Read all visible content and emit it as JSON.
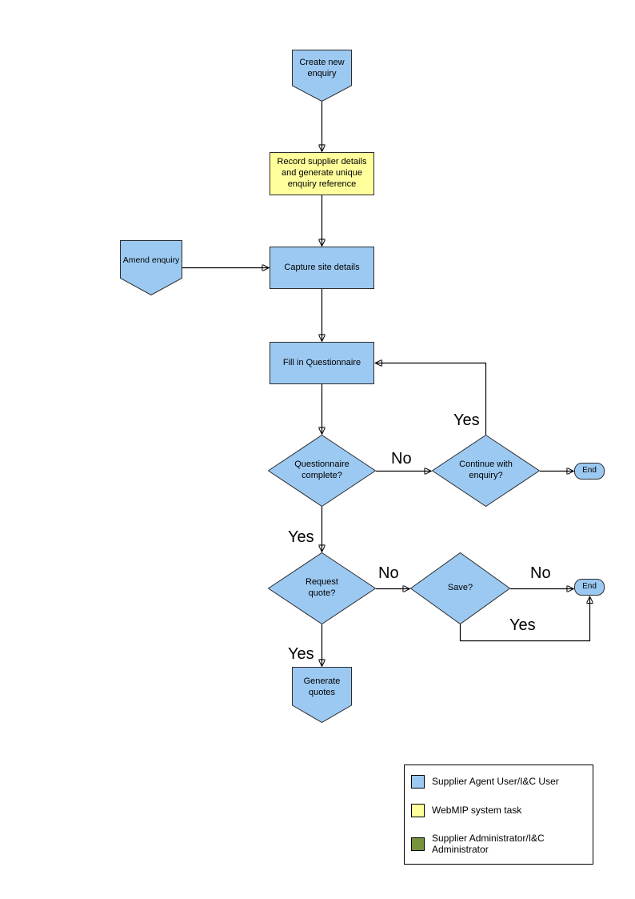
{
  "nodes": {
    "create_new_enquiry": {
      "label": "Create new enquiry"
    },
    "record_supplier": {
      "label": "Record supplier details and generate unique enquiry reference"
    },
    "amend_enquiry": {
      "label": "Amend enquiry"
    },
    "capture_site": {
      "label": "Capture site details"
    },
    "fill_questionnaire": {
      "label": "Fill in Questionnaire"
    },
    "questionnaire_complete": {
      "label": "Questionnaire complete?"
    },
    "continue_enquiry": {
      "label": "Continue with enquiry?"
    },
    "end_top": {
      "label": "End"
    },
    "request_quote": {
      "label": "Request quote?"
    },
    "save": {
      "label": "Save?"
    },
    "end_bottom": {
      "label": "End"
    },
    "generate_quotes": {
      "label": "Generate quotes"
    }
  },
  "edge_labels": {
    "questionnaire_no": "No",
    "continue_yes": "Yes",
    "questionnaire_yes": "Yes",
    "request_no": "No",
    "save_no": "No",
    "save_yes": "Yes",
    "request_yes": "Yes"
  },
  "legend": {
    "items": [
      {
        "label": "Supplier Agent User/I&C User",
        "color": "#9cc9f2"
      },
      {
        "label": "WebMIP system task",
        "color": "#ffff9c"
      },
      {
        "label": "Supplier Administrator/I&C Administrator",
        "color": "#77933c"
      }
    ]
  },
  "colors": {
    "node_blue": "#9cc9f2",
    "node_yellow": "#ffff9c",
    "legend_green": "#77933c",
    "line": "#000000"
  }
}
